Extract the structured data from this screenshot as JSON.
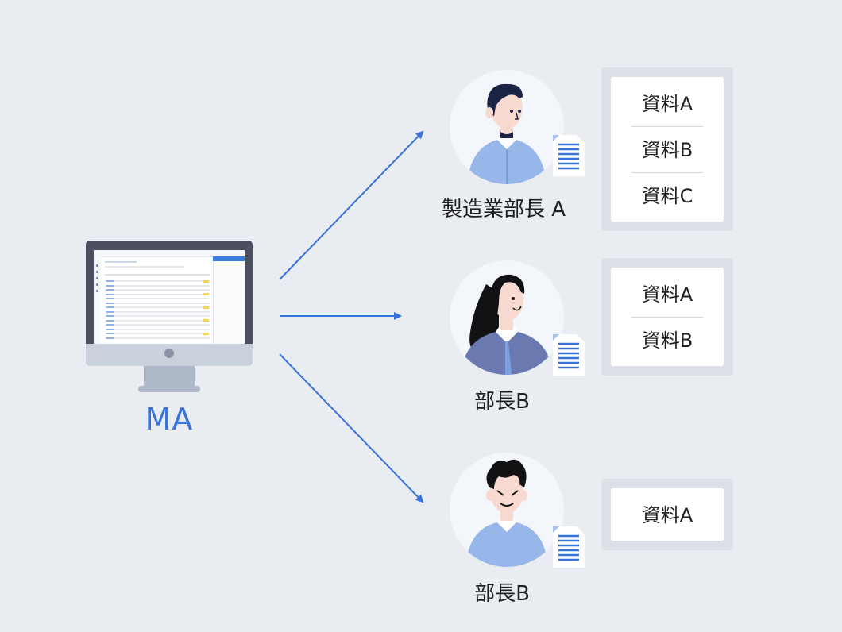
{
  "source": {
    "label": "MA"
  },
  "recipients": [
    {
      "name": "製造業部長 A",
      "materials": [
        "資料A",
        "資料B",
        "資料C"
      ]
    },
    {
      "name": "部長B",
      "materials": [
        "資料A",
        "資料B"
      ]
    },
    {
      "name": "部長B",
      "materials": [
        "資料A"
      ]
    }
  ],
  "colors": {
    "accent": "#3a72d8",
    "background": "#e9ecf0",
    "shirt_light": "#97b6ea",
    "shirt_dark": "#6a7ab0",
    "card_frame": "#dde0e6"
  }
}
